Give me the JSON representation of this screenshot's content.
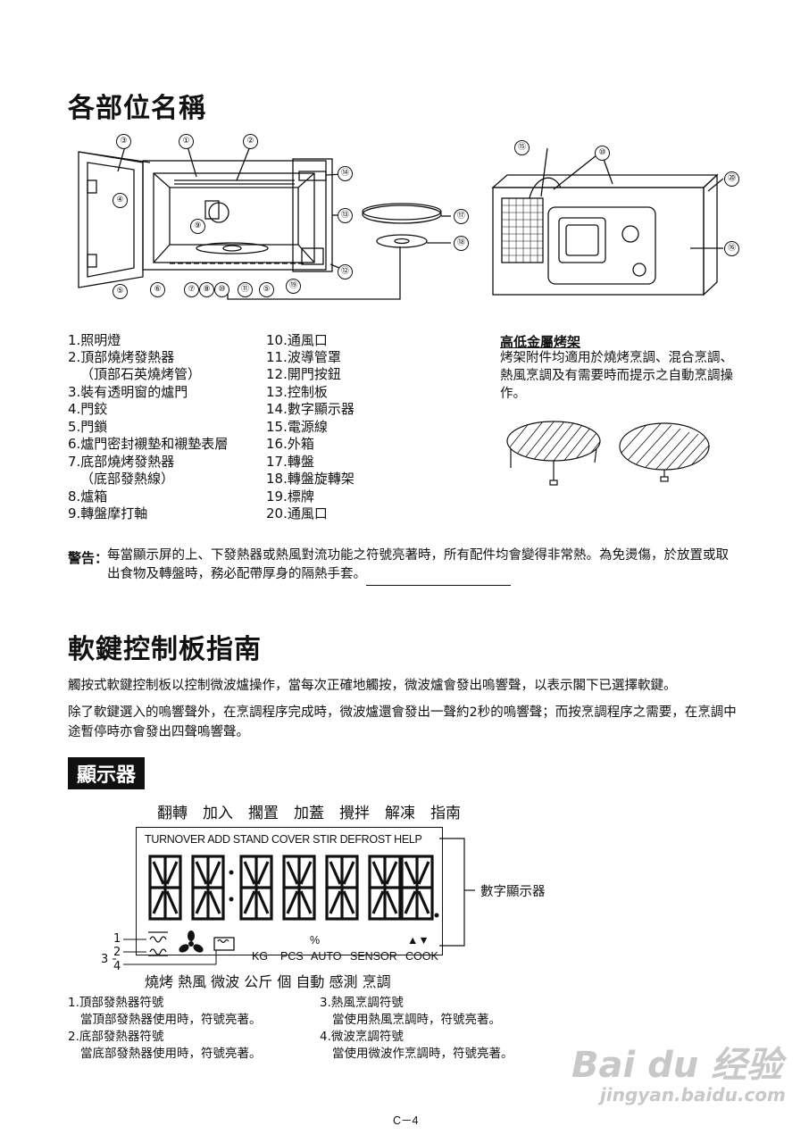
{
  "section1": {
    "title": "各部位名稱",
    "parts_left": [
      "1.照明燈",
      "2.頂部燒烤發熱器",
      "（頂部石英燒烤管）",
      "3.裝有透明窗的爐門",
      "4.門鉸",
      "5.門鎖",
      "6.爐門密封襯墊和襯墊表層",
      "7.底部燒烤發熱器",
      "（底部發熱線）",
      "8.爐箱",
      "9.轉盤摩打軸"
    ],
    "parts_right": [
      "10.通風口",
      "11.波導管罩",
      "12.開門按鈕",
      "13.控制板",
      "14.數字顯示器",
      "15.電源線",
      "16.外箱",
      "17.轉盤",
      "18.轉盤旋轉架",
      "19.標牌",
      "20.通風口"
    ],
    "rack_title": "高低金屬烤架",
    "rack_desc": "烤架附件均適用於燒烤烹調、混合烹調、熱風烹調及有需要時而提示之自動烹調操作。",
    "warning_label": "警告：",
    "warning_text": "每當顯示屏的上、下發熱器或熱風對流功能之符號亮著時，所有配件均會變得非常熱。為免燙傷，於放置或取出食物及轉盤時，務必配帶厚身的隔熱手套。",
    "callouts": [
      "③",
      "①",
      "②",
      "⑭",
      "④",
      "⑨",
      "⑬",
      "⑰",
      "⑱",
      "⑫",
      "⑤",
      "⑥",
      "⑦",
      "⑧",
      "⑩",
      "⑪",
      "⑤",
      "⑲",
      "⑮",
      "⑩",
      "⑳",
      "⑯"
    ]
  },
  "section2": {
    "title": "軟鍵控制板指南",
    "para1": "觸按式軟鍵控制板以控制微波爐操作，當每次正確地觸按，微波爐會發出嗚響聲，以表示閣下已選擇軟鍵。",
    "para2": "除了軟鍵選入的嗚響聲外，在烹調程序完成時，微波爐還會發出一聲約2秒的嗚響聲；而按烹調程序之需要，在烹調中途暫停時亦會發出四聲嗚響聲。"
  },
  "display": {
    "title": "顯示器",
    "top_cn": "翻轉　加入　擱置　加蓋　攪拌　解凍　指南",
    "top_en": "TURNOVER  ADD  STAND  COVER  STIR  DEFROST  HELP",
    "digital_label": "數字顯示器",
    "bottom_en_kg": "KG",
    "bottom_en_pcs": "PCS",
    "bottom_en_auto": "AUTO",
    "bottom_en_sensor": "SENSOR",
    "bottom_en_cook": "COOK",
    "percent": "%",
    "arrows": "▲▼",
    "bottom_cn": "燒烤 熱風 微波  公斤   個     自動     感測       烹調",
    "num1": "1",
    "num2": "2",
    "num3": "3",
    "num4": "4",
    "notes_left": [
      "1.頂部發熱器符號",
      "當頂部發熱器使用時，符號亮著。",
      "2.底部發熱器符號",
      "當底部發熱器使用時，符號亮著。"
    ],
    "notes_right": [
      "3.熱風烹調符號",
      "當使用熱風烹調時，符號亮著。",
      "4.微波烹調符號",
      "當使用微波作烹調時，符號亮著。"
    ]
  },
  "footer": {
    "page": "C－4",
    "wm_logo": "Bai du 经验",
    "wm_url": "jingyan.baidu.com"
  }
}
